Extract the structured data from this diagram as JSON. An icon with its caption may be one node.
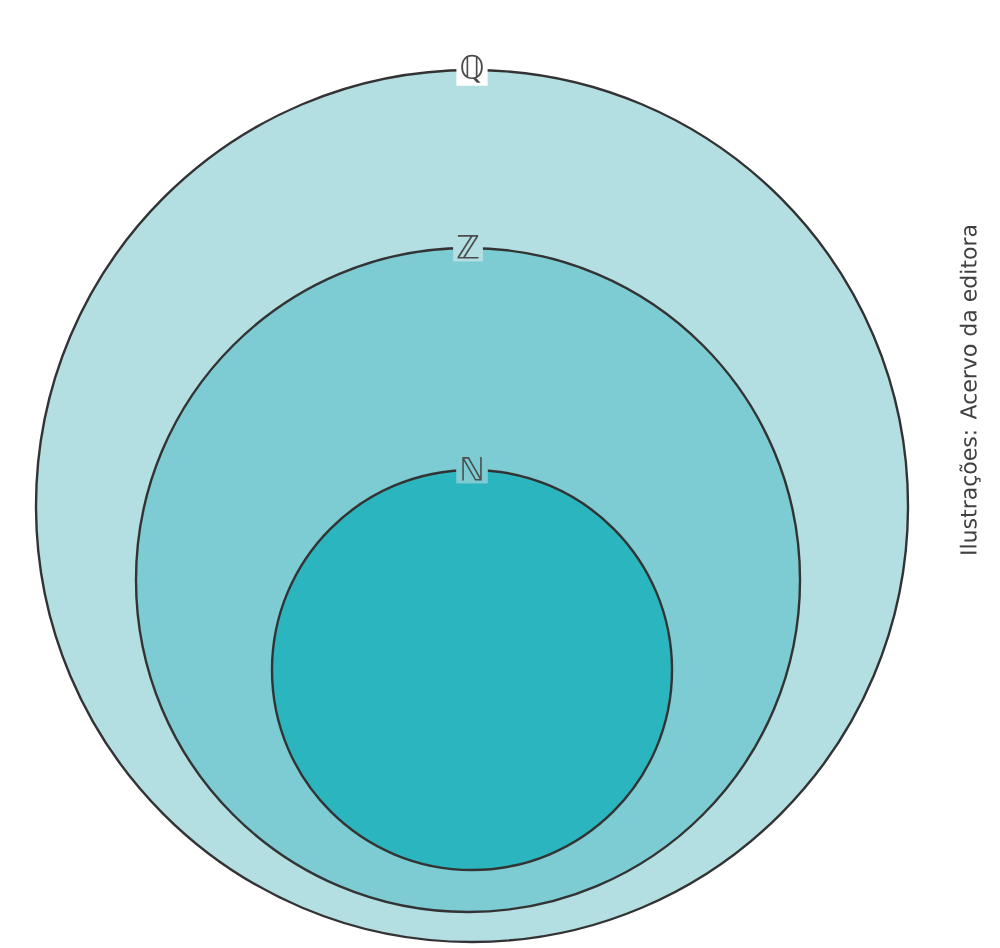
{
  "diagram": {
    "nodes": [
      {
        "text": [
          "ℚ"
        ]
      },
      {
        "text": [
          "ℤ"
        ],
        "in": 0
      },
      {
        "text": [
          "ℕ"
        ],
        "in": 1
      }
    ],
    "labels": [
      "Ilustrações: Acervo da editora"
    ]
  }
}
